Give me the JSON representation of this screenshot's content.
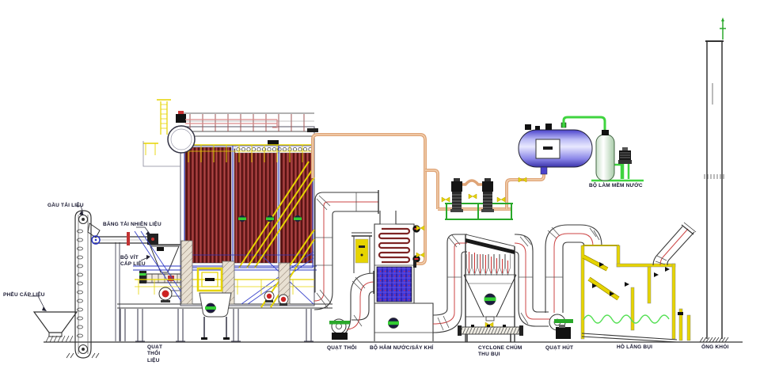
{
  "diagram_type": "boiler-plant-process-flow-diagram",
  "labels": {
    "feed_hopper": "PHỄU CẤP LIỆU",
    "bucket_elevator": "GẦU TẢI LIỆU",
    "fuel_conveyor": "BĂNG TẢI NHIÊN LIỆU",
    "screw_feeder": "BỘ VÍT\nCẤP LIỆU",
    "fuel_blow_fan": "QUẠT\nTHỔI\nLIỆU",
    "blow_fan": "QUẠT THỔI",
    "economizer": "BỘ HÂM NƯỚC/SẤY KHÍ",
    "cyclone": "CYCLONE CHÙM\nTHU BỤI",
    "suction_fan": "QUẠT HÚT",
    "settling_pond": "HỒ LẮNG BỤI",
    "chimney": "ỐNG KHÓI",
    "water_softener": "BỘ LÀM MỀM NƯỚC"
  },
  "colors": {
    "tube_bank_maroon": "#7d2424",
    "railing_yellow": "#e6d400",
    "frame_blue": "#2a35c0",
    "pipe_orange": "#dfa477",
    "pipe_green": "#3fd43f",
    "pipe_pink": "#d98a8a",
    "tank_purple": "#4a42cc",
    "duct_centerline_red": "#cc4444",
    "valve_green": "#2aa82a",
    "fan_red": "#cc2222",
    "label_text": "#15152e"
  }
}
